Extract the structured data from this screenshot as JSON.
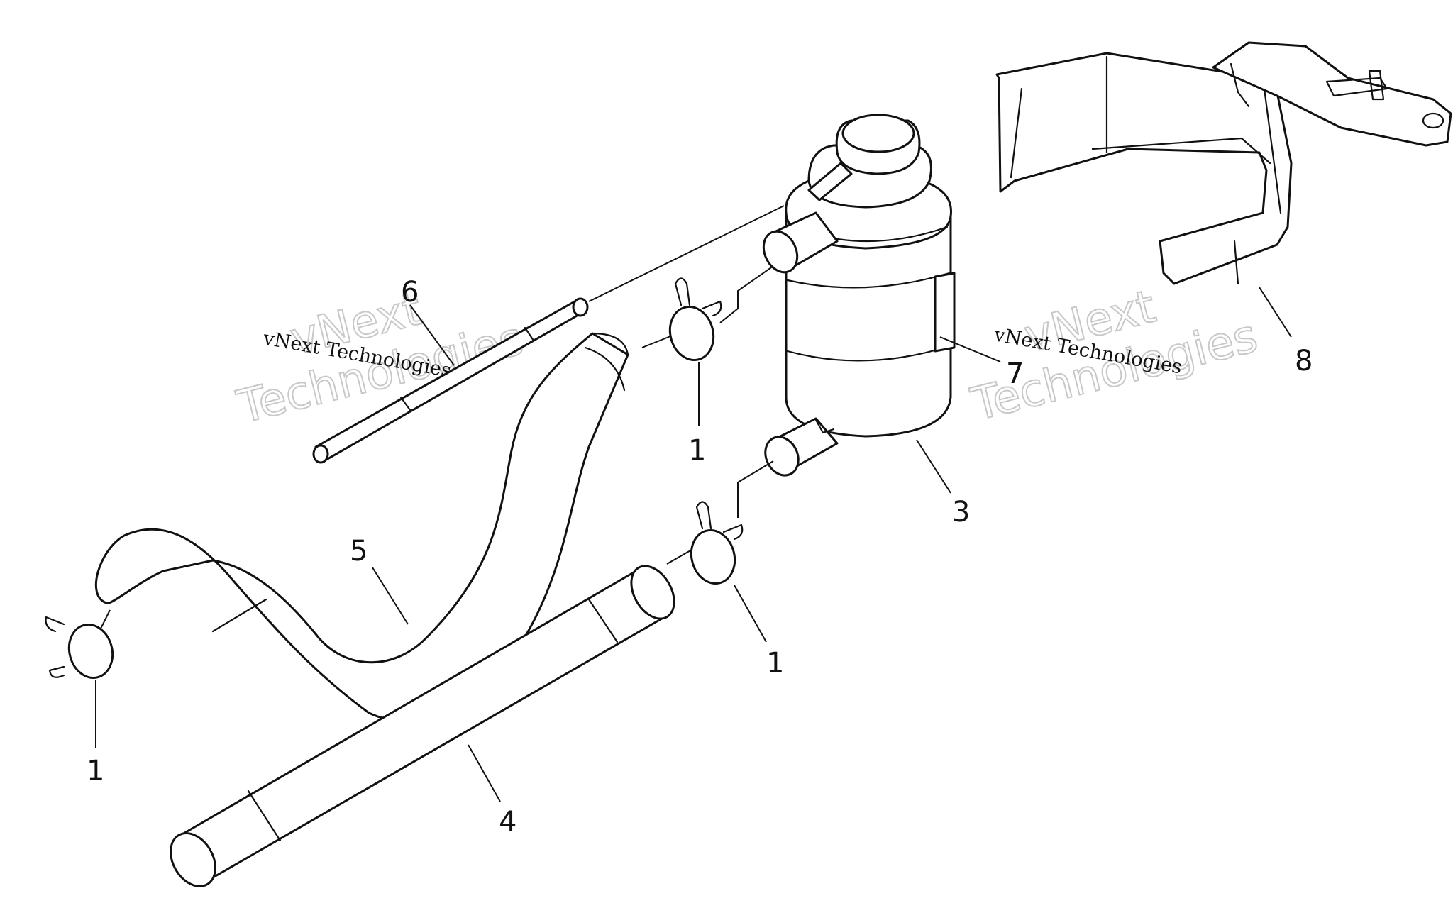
{
  "callouts": [
    {
      "id": "c1a",
      "text": "1"
    },
    {
      "id": "c1b",
      "text": "1"
    },
    {
      "id": "c1c",
      "text": "1"
    },
    {
      "id": "c3",
      "text": "3"
    },
    {
      "id": "c4",
      "text": "4"
    },
    {
      "id": "c5",
      "text": "5"
    },
    {
      "id": "c6",
      "text": "6"
    },
    {
      "id": "c7",
      "text": "7"
    },
    {
      "id": "c8",
      "text": "8"
    }
  ],
  "watermarks": [
    {
      "line1": "vNext",
      "line2": "Technologies",
      "small": "vNext Technologies"
    },
    {
      "line1": "vNext",
      "line2": "Technologies",
      "small": "vNext Technologies"
    }
  ]
}
